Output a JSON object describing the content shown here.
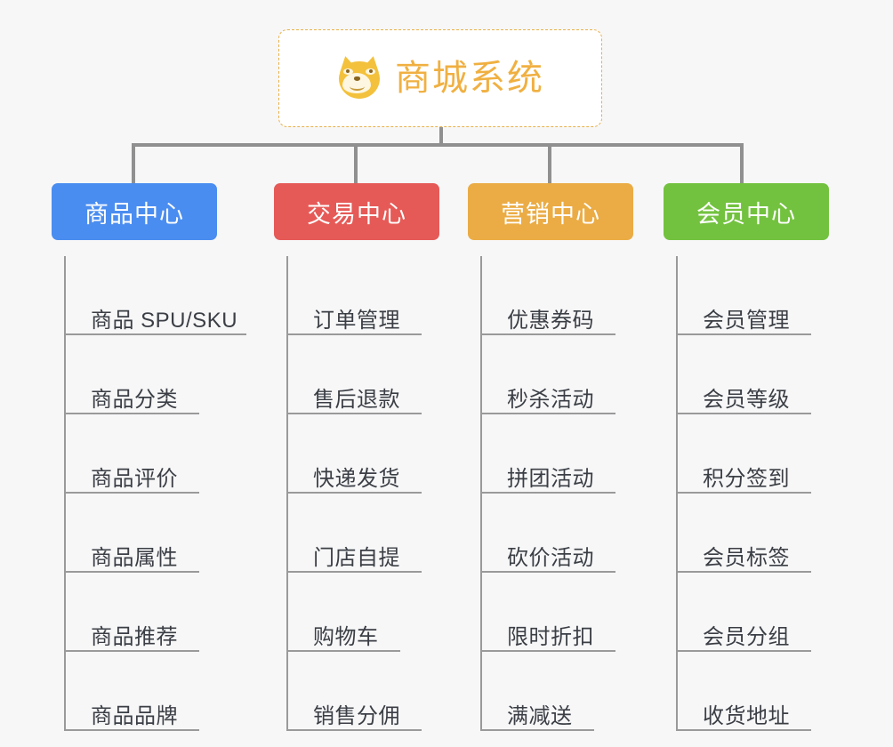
{
  "page": {
    "background_color": "#f7f7f8",
    "connector_color": "#909090",
    "leaf_line_color": "#9a9a9a",
    "leaf_text_color": "#3b3f45"
  },
  "root": {
    "title": "商城系统",
    "icon": "shiba-inu-face-icon",
    "text_color": "#f0b041",
    "border_color": "#e9b04a",
    "background": "#ffffff"
  },
  "branches": [
    {
      "id": "product-center",
      "label": "商品中心",
      "color": "#4a8df0",
      "items": [
        {
          "label": "商品 SPU/SKU",
          "underline_width": 205
        },
        {
          "label": "商品分类",
          "underline_width": 152
        },
        {
          "label": "商品评价",
          "underline_width": 152
        },
        {
          "label": "商品属性",
          "underline_width": 152
        },
        {
          "label": "商品推荐",
          "underline_width": 152
        },
        {
          "label": "商品品牌",
          "underline_width": 152
        }
      ]
    },
    {
      "id": "trade-center",
      "label": "交易中心",
      "color": "#e55a57",
      "items": [
        {
          "label": "订单管理",
          "underline_width": 152
        },
        {
          "label": "售后退款",
          "underline_width": 152
        },
        {
          "label": "快递发货",
          "underline_width": 152
        },
        {
          "label": "门店自提",
          "underline_width": 152
        },
        {
          "label": "购物车",
          "underline_width": 128
        },
        {
          "label": "销售分佣",
          "underline_width": 152
        }
      ]
    },
    {
      "id": "marketing-center",
      "label": "营销中心",
      "color": "#ebac45",
      "items": [
        {
          "label": "优惠券码",
          "underline_width": 152
        },
        {
          "label": "秒杀活动",
          "underline_width": 152
        },
        {
          "label": "拼团活动",
          "underline_width": 152
        },
        {
          "label": "砍价活动",
          "underline_width": 152
        },
        {
          "label": "限时折扣",
          "underline_width": 152
        },
        {
          "label": "满减送",
          "underline_width": 128
        }
      ]
    },
    {
      "id": "member-center",
      "label": "会员中心",
      "color": "#73c23f",
      "items": [
        {
          "label": "会员管理",
          "underline_width": 152
        },
        {
          "label": "会员等级",
          "underline_width": 152
        },
        {
          "label": "积分签到",
          "underline_width": 152
        },
        {
          "label": "会员标签",
          "underline_width": 152
        },
        {
          "label": "会员分组",
          "underline_width": 152
        },
        {
          "label": "收货地址",
          "underline_width": 152
        }
      ]
    }
  ]
}
